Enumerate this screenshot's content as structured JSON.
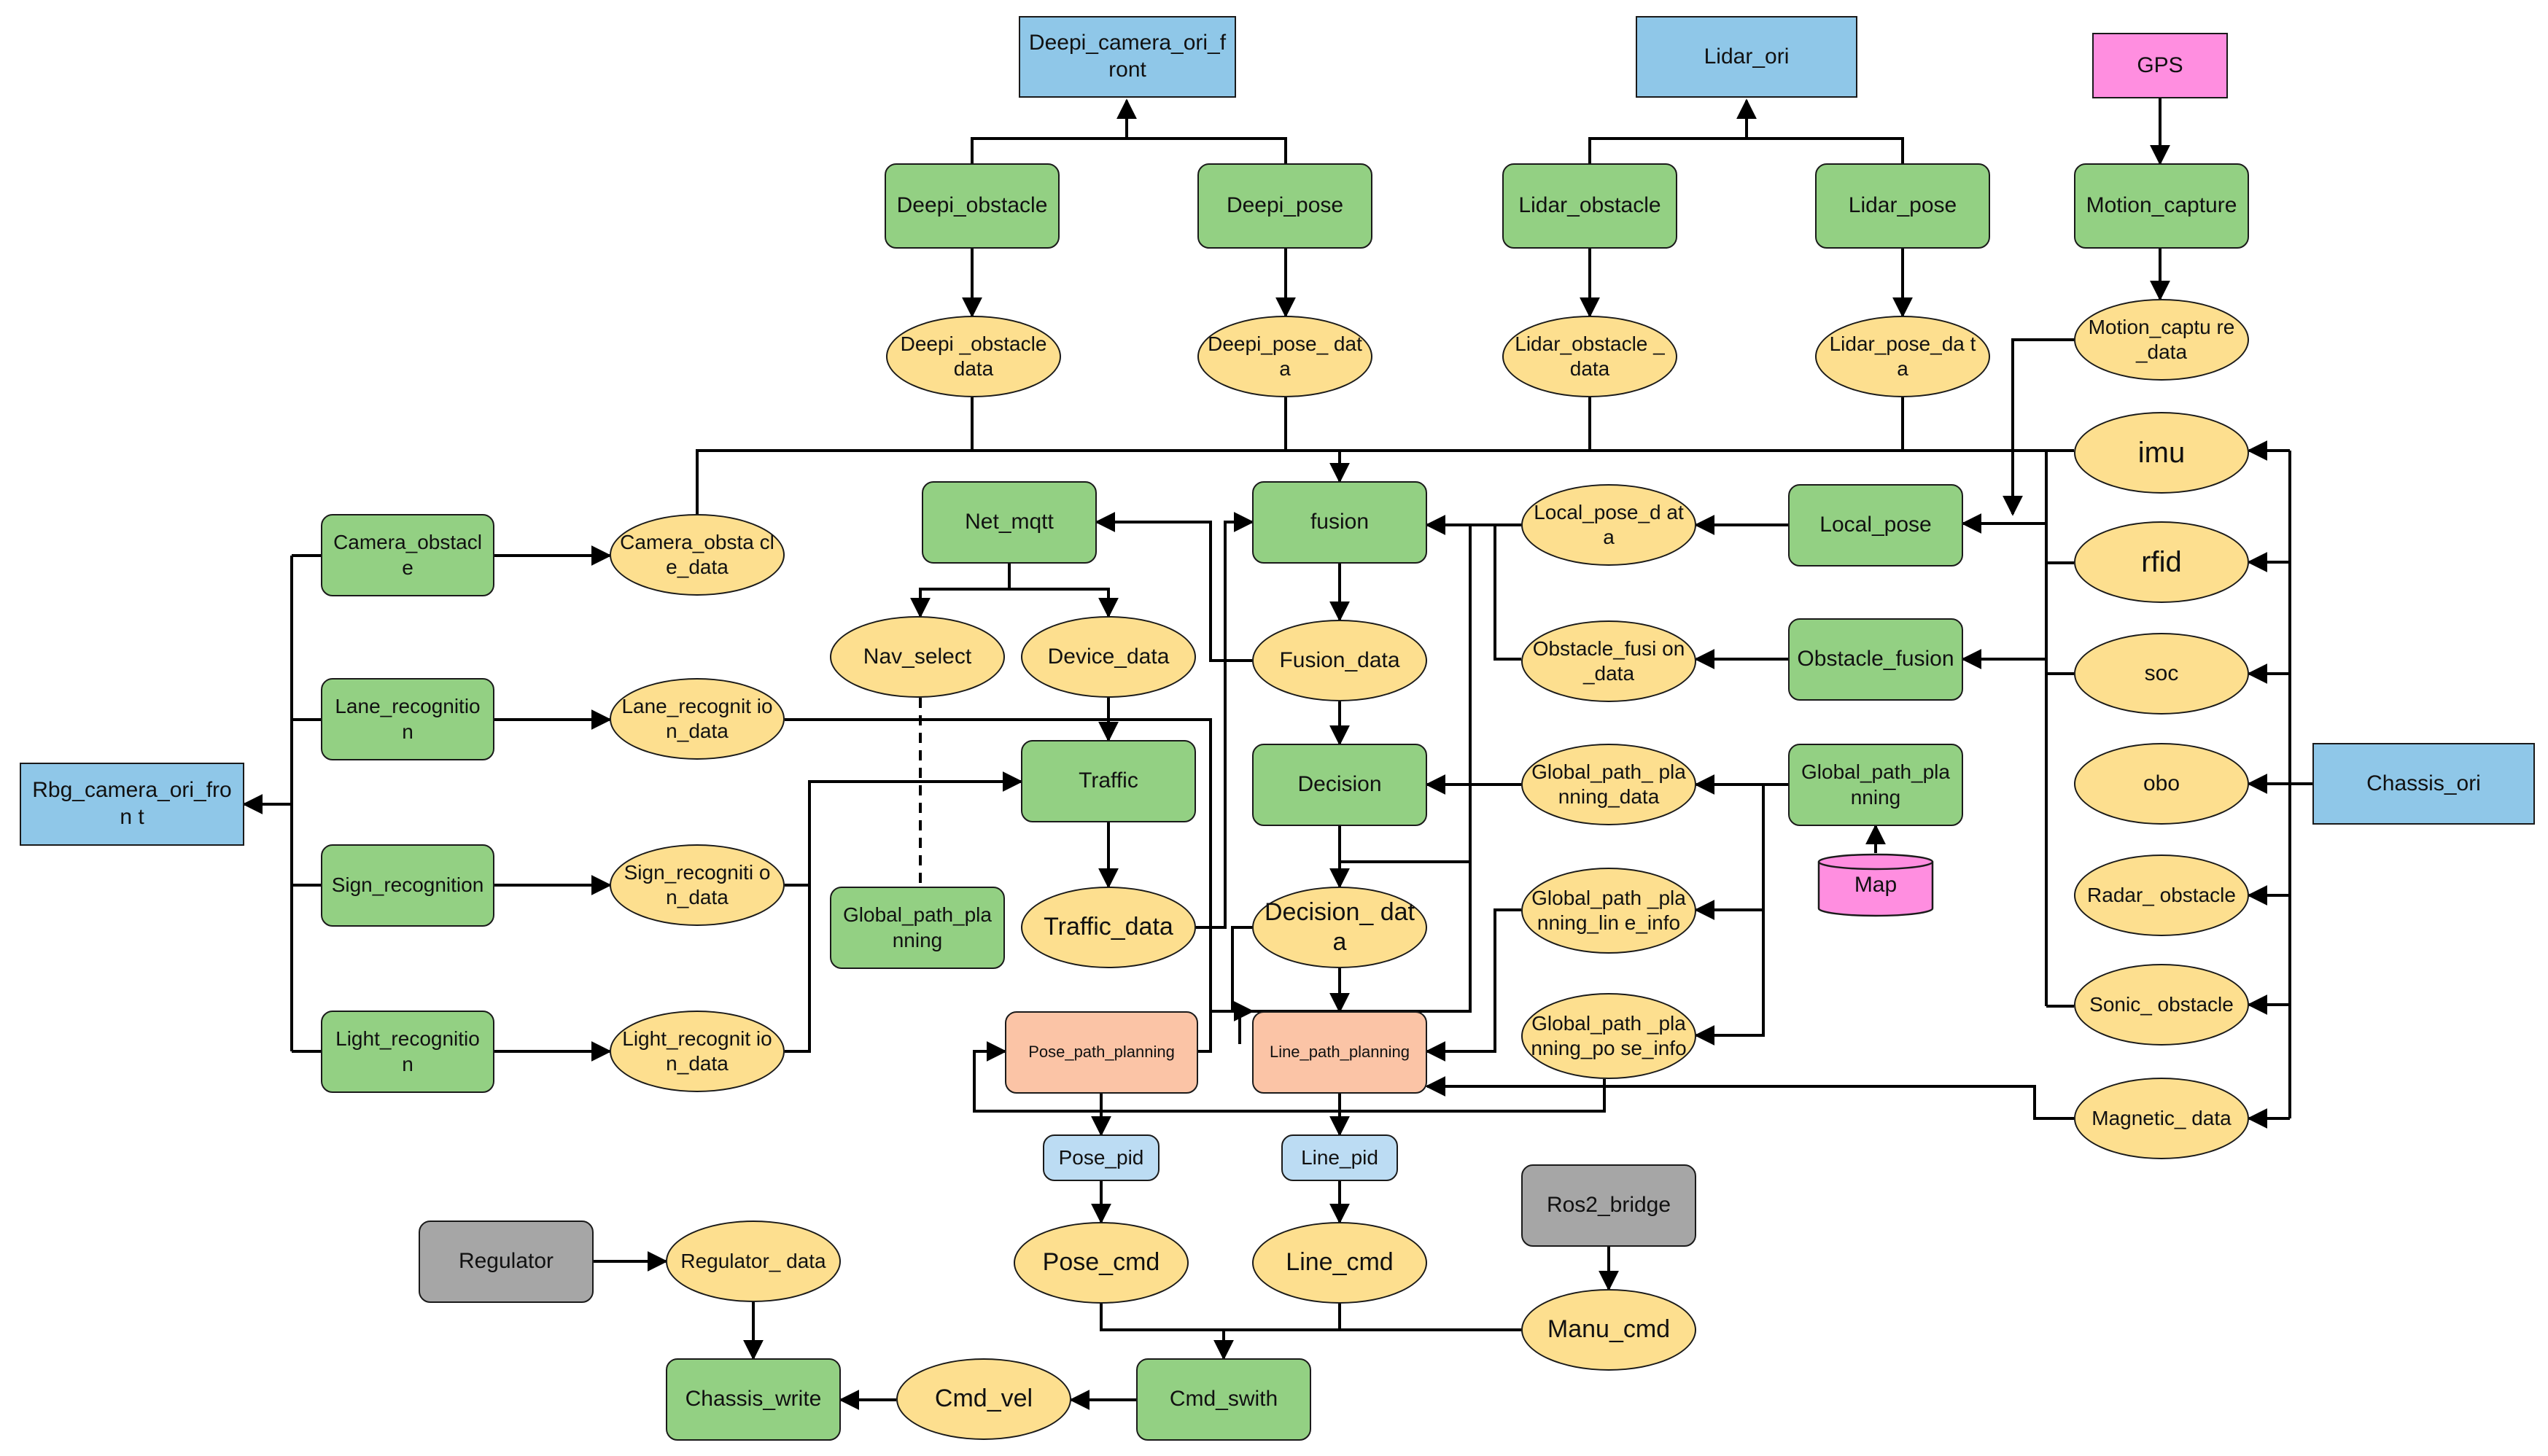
{
  "colors": {
    "source": "#8fc7e8",
    "process": "#93d083",
    "data": "#fddf8f",
    "planner": "#fbc4a6",
    "external": "#ff8ee0",
    "bridge": "#a6a6a6",
    "pid": "#bcdcf3"
  },
  "nodes": {
    "deepi_camera": "Deepi_camera_ori_front",
    "lidar_ori": "Lidar_ori",
    "gps": "GPS",
    "deepi_obstacle": "Deepi_obstacle",
    "deepi_pose": "Deepi_pose",
    "lidar_obstacle": "Lidar_obstacle",
    "lidar_pose": "Lidar_pose",
    "motion_capture": "Motion_capture",
    "deepi_obstacle_data": "Deepi _obstacle data",
    "deepi_pose_data": "Deepi_pose_ data",
    "lidar_obstacle_data": "Lidar_obstacle _data",
    "lidar_pose_data": "Lidar_pose_da ta",
    "motion_capture_data": "Motion_captu re_data",
    "imu": "imu",
    "rfid": "rfid",
    "soc": "soc",
    "obo": "obo",
    "radar_obstacle": "Radar_ obstacle",
    "sonic_obstacle": "Sonic_ obstacle",
    "magnetic_data": "Magnetic_ data",
    "chassis_ori": "Chassis_ori",
    "camera_obstacle": "Camera_obstacl e",
    "lane_recognition": "Lane_recognitio n",
    "sign_recognition": "Sign_recognition",
    "light_recognition": "Light_recognitio n",
    "rbg_camera": "Rbg_camera_ori_fron t",
    "camera_obstacle_data": "Camera_obsta cle_data",
    "lane_recognition_data": "Lane_recognit ion_data",
    "sign_recognition_data": "Sign_recogniti on_data",
    "light_recognition_data": "Light_recognit ion_data",
    "net_mqtt": "Net_mqtt",
    "nav_select": "Nav_select",
    "device_data": "Device_data",
    "traffic": "Traffic",
    "traffic_data": "Traffic_data",
    "global_path_planning_left": "Global_path_pla nning",
    "fusion": "fusion",
    "fusion_data": "Fusion_data",
    "decision": "Decision",
    "decision_data": "Decision_ data",
    "local_pose_data": "Local_pose_d ata",
    "obstacle_fusion_data": "Obstacle_fusi on_data",
    "global_path_planning_data": "Global_path_ planning_data",
    "global_path_planning_line_info": "Global_path _planning_lin e_info",
    "global_path_planning_pose_info": "Global_path _planning_po se_info",
    "local_pose": "Local_pose",
    "obstacle_fusion": "Obstacle_fusion",
    "global_path_planning_right": "Global_path_pla nning",
    "map": "Map",
    "pose_path_planning": "Pose_path_planning",
    "line_path_planning": "Line_path_planning",
    "pose_pid": "Pose_pid",
    "line_pid": "Line_pid",
    "pose_cmd": "Pose_cmd",
    "line_cmd": "Line_cmd",
    "ros2_bridge": "Ros2_bridge",
    "manu_cmd": "Manu_cmd",
    "regulator": "Regulator",
    "regulator_data": "Regulator_ data",
    "chassis_write": "Chassis_write",
    "cmd_vel": "Cmd_vel",
    "cmd_swith": "Cmd_swith"
  }
}
